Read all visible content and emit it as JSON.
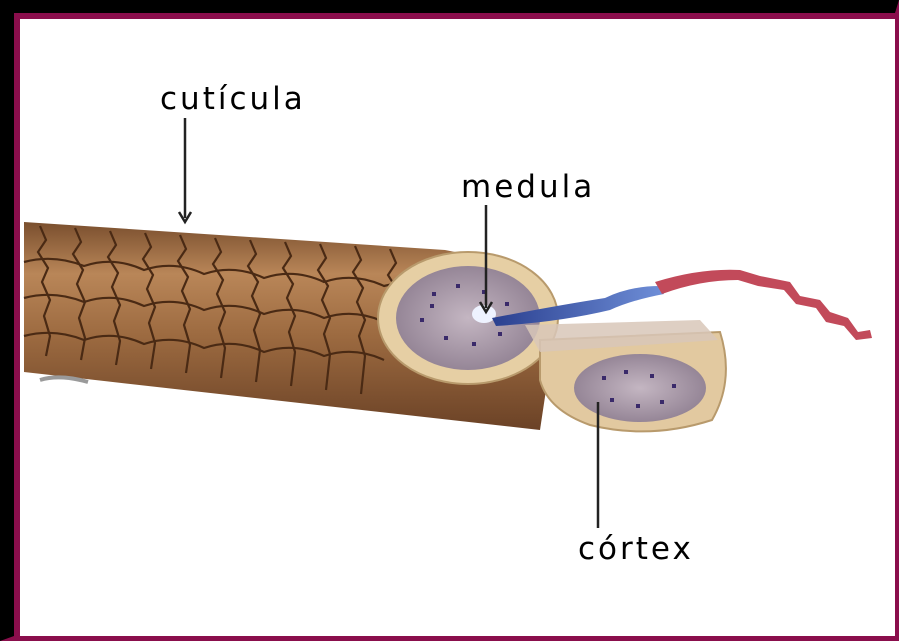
{
  "labels": {
    "cuticula": "cutícula",
    "medula": "medula",
    "cortex": "córtex"
  },
  "colors": {
    "frame_outer": "#000000",
    "frame_inner": "#8a0e4c",
    "shaft_brown": "#a9754a",
    "scale_lines": "#4a2a14",
    "cross_section_rim": "#e6cfa4",
    "cortex_fill": "#a99aa8",
    "medulla_core": "#eef2ff",
    "fiber_blue": "#3d5fb0",
    "fiber_pink": "#c24a5a"
  }
}
